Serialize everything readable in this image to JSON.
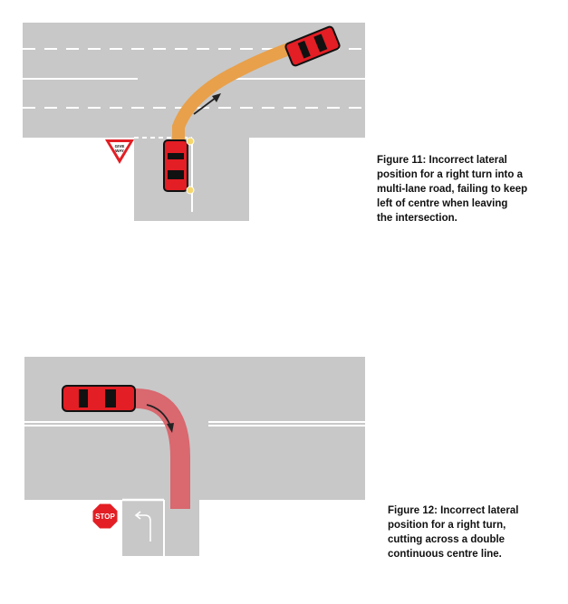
{
  "figure_11": {
    "caption": "Figure 11: Incorrect lateral\nposition for a right turn into a\nmulti-lane road, failing to keep\nleft of centre when leaving\nthe intersection.",
    "give_way_sign": {
      "line1": "GIVE",
      "line2": "WAY"
    }
  },
  "figure_12": {
    "caption": "Figure 12: Incorrect lateral\nposition for a right turn,\ncutting across a double\ncontinuous centre line.",
    "stop_sign": {
      "text": "STOP"
    }
  },
  "colors": {
    "road": "#c8c8c8",
    "marking": "#ffffff",
    "car": "#e31e24",
    "car_outline": "#111111",
    "path_orange": "#e8a04a",
    "path_pink": "#d9686f",
    "sign_red": "#e31e24",
    "indicator_yellow": "#f5d76e"
  }
}
